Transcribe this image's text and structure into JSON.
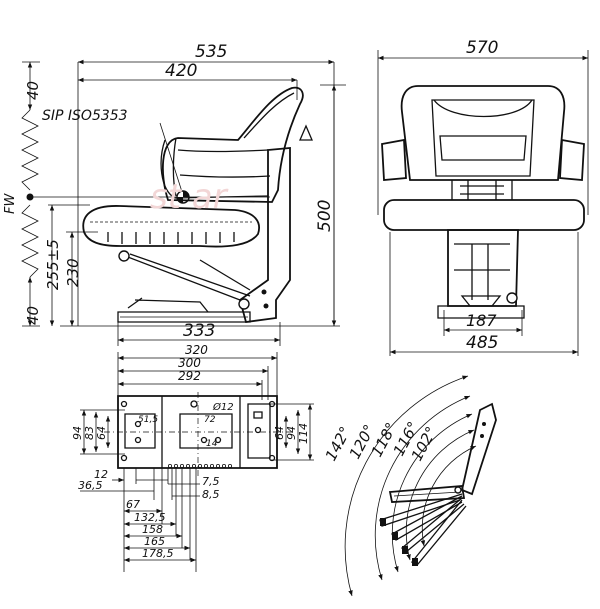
{
  "side_view": {
    "width_535": "535",
    "width_420": "420",
    "height_500": "500",
    "base_333": "333",
    "spring_40_top": "40",
    "spring_40_bottom": "40",
    "sip_label": "SIP ISO5353",
    "fw_label": "FW",
    "height_255": "255±5",
    "height_230": "230"
  },
  "front_view": {
    "width_570": "570",
    "width_187": "187",
    "width_485": "485"
  },
  "base_plate": {
    "w_320": "320",
    "w_300": "300",
    "w_292": "292",
    "h_94_left": "94",
    "h_83": "83",
    "h_64_left": "64",
    "h_64_right": "64",
    "h_94_right": "94",
    "h_114": "114",
    "d_51_5": "51,5",
    "d_72": "72",
    "d_12": "Ø12",
    "d_14": "14",
    "x_12": "12",
    "x_36_5": "36,5",
    "x_7_5": "7,5",
    "x_8_5": "8,5",
    "x_67": "67",
    "x_132_5": "132,5",
    "x_158": "158",
    "x_165": "165",
    "x_178_5": "178,5"
  },
  "recline": {
    "a142": "142°",
    "a120": "120°",
    "a118": "118°",
    "a116": "116°",
    "a102": "102°"
  }
}
